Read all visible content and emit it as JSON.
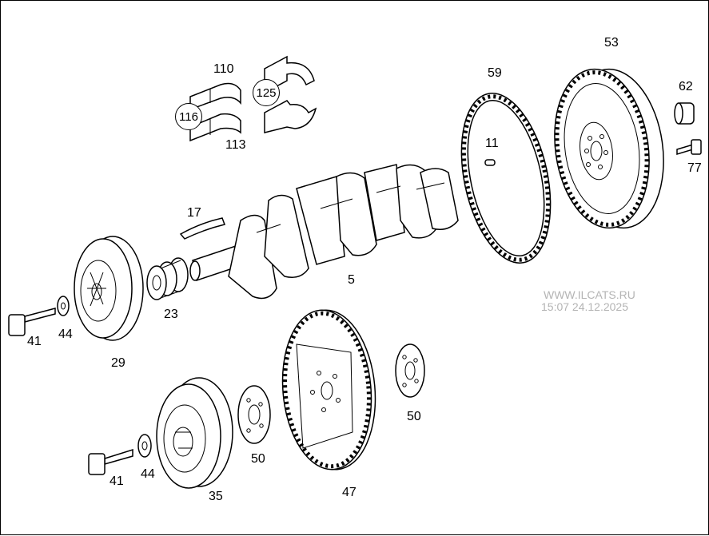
{
  "watermark": {
    "site": "WWW.ILCATS.RU",
    "timestamp": "15:07 24.12.2025"
  },
  "part_numbers": {
    "p110": "110",
    "p113": "113",
    "p116": "116",
    "p125": "125",
    "p53": "53",
    "p59": "59",
    "p62": "62",
    "p77": "77",
    "p11": "11",
    "p17": "17",
    "p5": "5",
    "p23": "23",
    "p29": "29",
    "p41a": "41",
    "p44a": "44",
    "p41b": "41",
    "p44b": "44",
    "p35": "35",
    "p50a": "50",
    "p47": "47",
    "p50b": "50"
  }
}
